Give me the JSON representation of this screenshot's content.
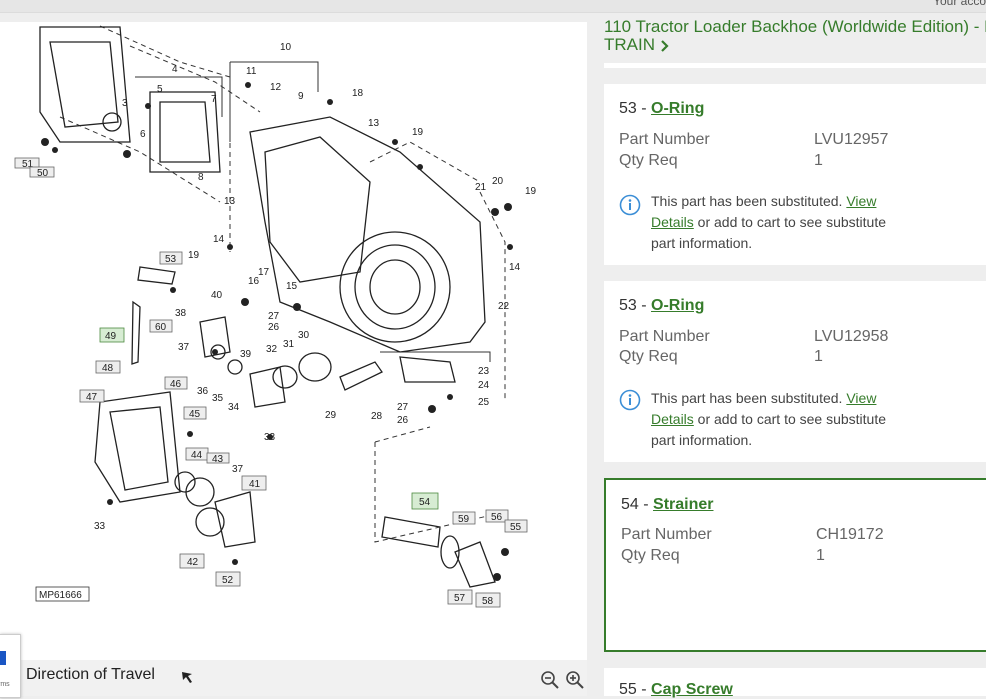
{
  "header": {
    "top_right_text": "Your acco"
  },
  "diagram": {
    "id_label": "MP61666",
    "direction_label": "Direction of Travel",
    "labels": [
      "10",
      "11",
      "12",
      "9",
      "18",
      "13",
      "4",
      "5",
      "7",
      "3",
      "6",
      "8",
      "13",
      "51",
      "50",
      "19",
      "21",
      "20",
      "19",
      "14",
      "19",
      "53",
      "16",
      "17",
      "15",
      "14",
      "60",
      "40",
      "38",
      "27",
      "26",
      "30",
      "49",
      "37",
      "39",
      "31",
      "32",
      "48",
      "36",
      "35",
      "34",
      "46",
      "47",
      "45",
      "33",
      "29",
      "28",
      "27",
      "26",
      "25",
      "23",
      "24",
      "22",
      "44",
      "43",
      "37",
      "41",
      "54",
      "59",
      "56",
      "55",
      "33",
      "42",
      "52",
      "57",
      "58"
    ],
    "highlighted_labels": [
      "49",
      "54"
    ],
    "zoom_out_icon": "zoom-out-icon",
    "zoom_in_icon": "zoom-in-icon"
  },
  "breadcrumb": {
    "line1": "110 Tractor Loader Backhoe (Worldwide Edition) - P",
    "line2": "TRAIN"
  },
  "parts": [
    {
      "ref": "53",
      "name": "O-Ring",
      "part_number_label": "Part Number",
      "part_number": "LVU12957",
      "qty_label": "Qty Req",
      "qty": "1",
      "note_prefix": "This part has been substituted. ",
      "note_link": "View Details",
      "note_suffix": " or add to cart to see substitute part information."
    },
    {
      "ref": "53",
      "name": "O-Ring",
      "part_number_label": "Part Number",
      "part_number": "LVU12958",
      "qty_label": "Qty Req",
      "qty": "1",
      "note_prefix": "This part has been substituted. ",
      "note_link": "View Details",
      "note_suffix": " or add to cart to see substitute part information."
    },
    {
      "ref": "54",
      "name": "Strainer",
      "part_number_label": "Part Number",
      "part_number": "CH19172",
      "qty_label": "Qty Req",
      "qty": "1"
    },
    {
      "ref": "55",
      "name": "Cap Screw"
    }
  ],
  "colors": {
    "brand_green": "#367c2b",
    "info_blue": "#3b8ed6",
    "highlight_fill": "#d7ecd3"
  }
}
